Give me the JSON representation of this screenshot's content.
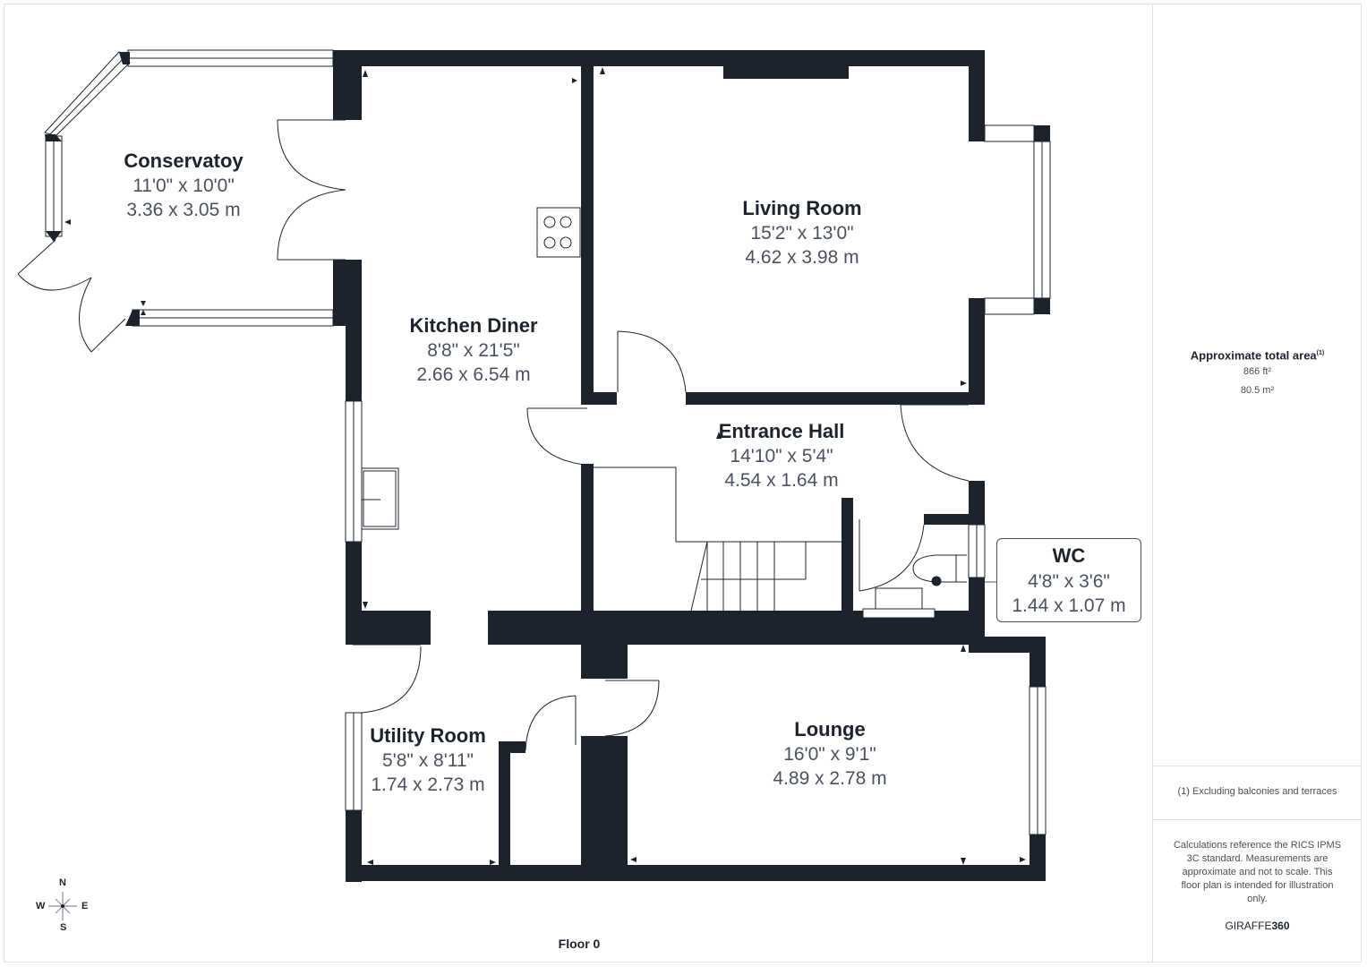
{
  "floor": {
    "label": "Floor 0"
  },
  "rooms": [
    {
      "id": "conservatory",
      "name": "Conservatoy",
      "imperial": "11'0\" x 10'0\"",
      "metric": "3.36 x 3.05 m"
    },
    {
      "id": "kitchen-diner",
      "name": "Kitchen Diner",
      "imperial": "8'8\" x 21'5\"",
      "metric": "2.66 x 6.54 m"
    },
    {
      "id": "living-room",
      "name": "Living Room",
      "imperial": "15'2\" x 13'0\"",
      "metric": "4.62 x 3.98 m"
    },
    {
      "id": "entrance-hall",
      "name": "Entrance Hall",
      "imperial": "14'10\" x 5'4\"",
      "metric": "4.54 x 1.64 m"
    },
    {
      "id": "wc",
      "name": "WC",
      "imperial": "4'8\" x 3'6\"",
      "metric": "1.44 x 1.07 m"
    },
    {
      "id": "utility-room",
      "name": "Utility Room",
      "imperial": "5'8\" x 8'11\"",
      "metric": "1.74 x 2.73 m"
    },
    {
      "id": "lounge",
      "name": "Lounge",
      "imperial": "16'0\" x 9'1\"",
      "metric": "4.89 x 2.78 m"
    }
  ],
  "summary": {
    "title": "Approximate total area",
    "footnote_marker": "(1)",
    "area_ft": "866 ft²",
    "area_m": "80.5 m²",
    "footnote": "(1) Excluding balconies and terraces",
    "disclaimer": "Calculations reference the RICS IPMS 3C standard. Measurements are approximate and not to scale. This floor plan is intended for illustration only.",
    "brand_light": "GIRAFFE",
    "brand_bold": "360"
  },
  "compass": {
    "n": "N",
    "s": "S",
    "e": "E",
    "w": "W"
  },
  "colors": {
    "wall": "#1d232d",
    "text_dim": "#4a5262",
    "border": "#e2e2e2"
  }
}
